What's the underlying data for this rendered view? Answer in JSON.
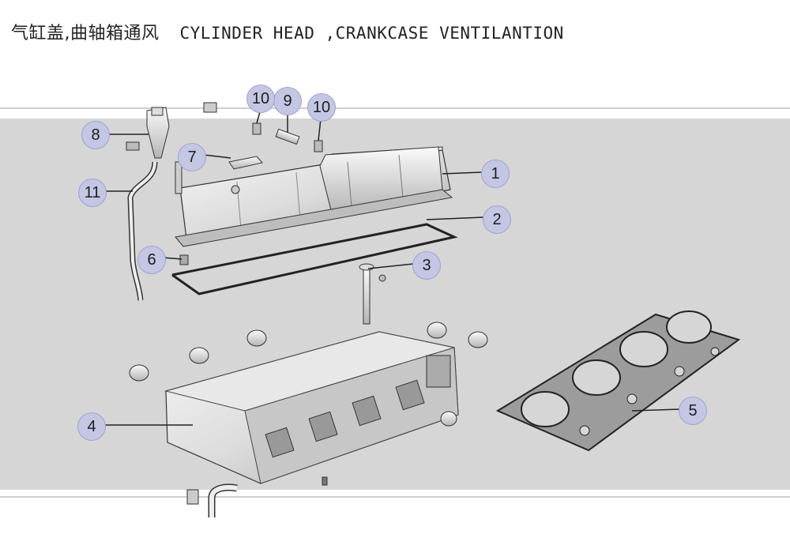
{
  "title": {
    "chinese": "气缸盖,曲轴箱通风",
    "english": "CYLINDER HEAD ,CRANKCASE VENTILANTION"
  },
  "callouts": {
    "c1": "1",
    "c2": "2",
    "c3": "3",
    "c4": "4",
    "c5": "5",
    "c6": "6",
    "c7": "7",
    "c8": "8",
    "c9": "9",
    "c10a": "10",
    "c10b": "10",
    "c11": "11"
  },
  "colors": {
    "band": "#d6d6d6",
    "callout_fill": "#c4c6e4",
    "line": "#222222"
  }
}
